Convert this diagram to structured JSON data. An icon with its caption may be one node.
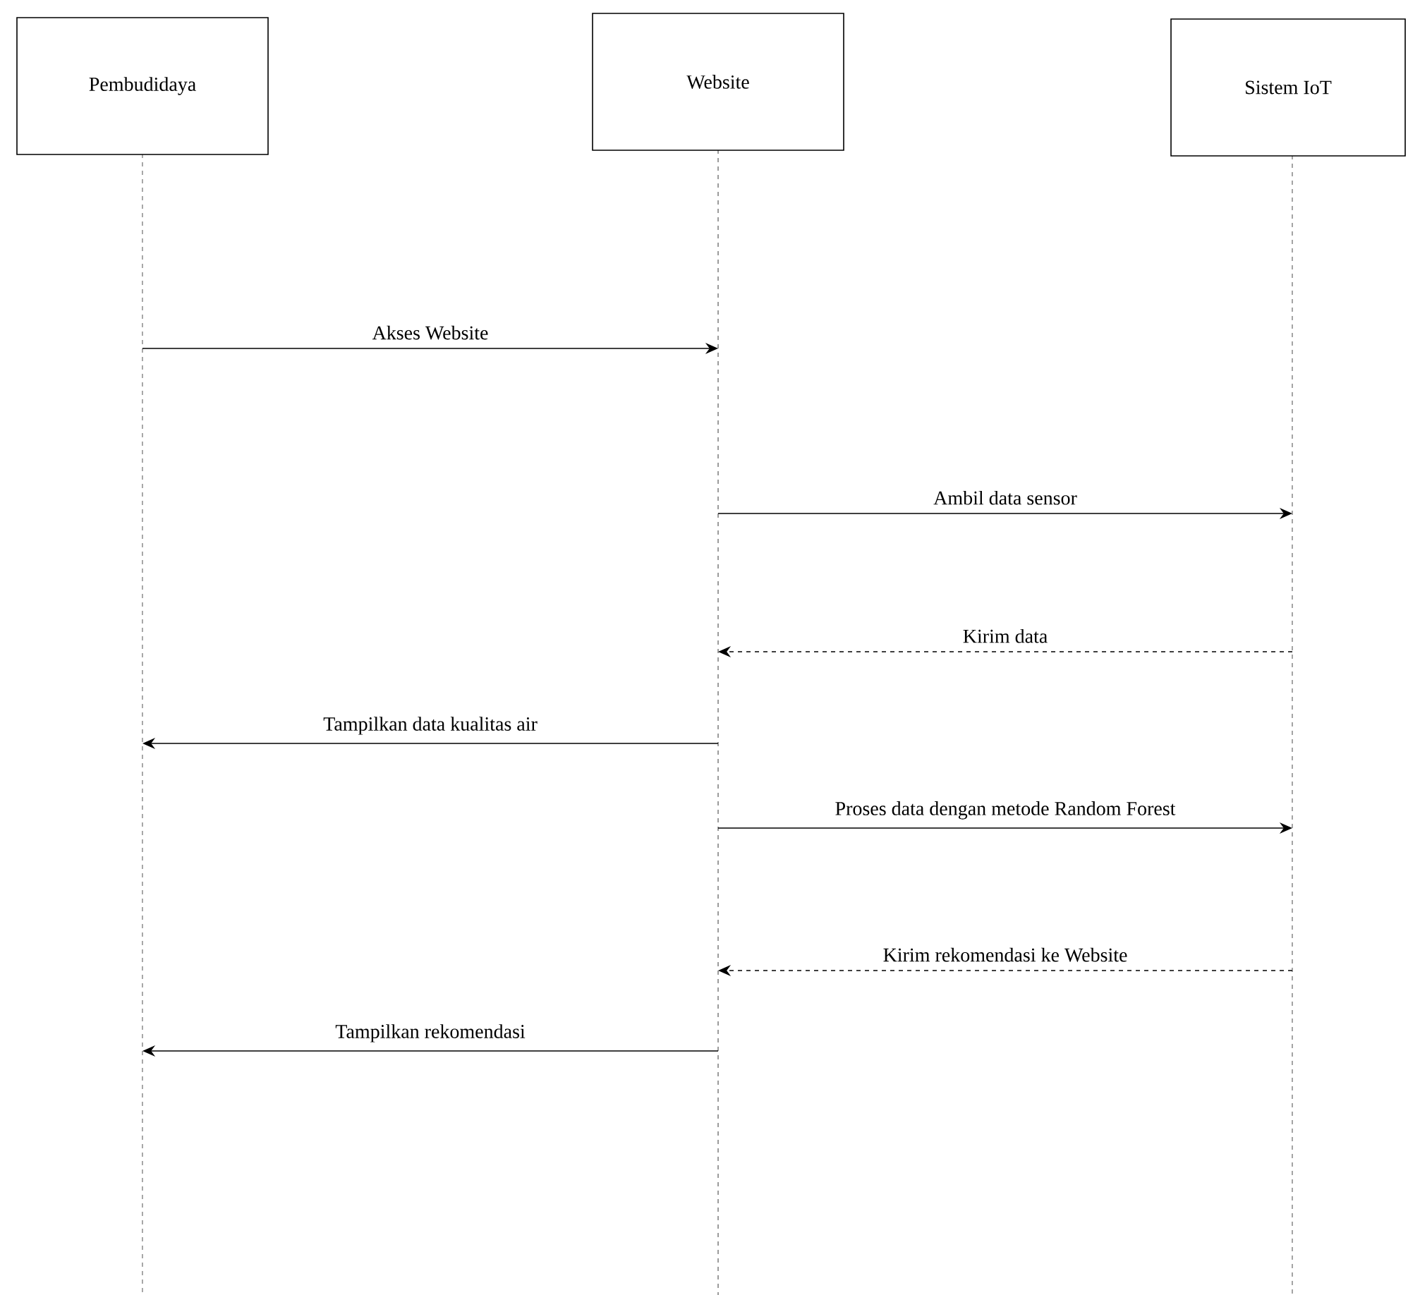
{
  "diagram": {
    "nodes": [
      {
        "text": [
          "Pembudidaya"
        ]
      },
      {
        "text": [
          "Website"
        ]
      },
      {
        "text": [
          "Sistem IoT"
        ]
      }
    ],
    "edges": [
      {
        "from": 0,
        "to": 1,
        "arrow": "to",
        "label": "Akses Website"
      },
      {
        "from": 1,
        "to": 2,
        "arrow": "to",
        "label": "Ambil data sensor"
      },
      {
        "from": 2,
        "to": 1,
        "arrow": "to",
        "label": "Kirim data",
        "style": "dashed"
      },
      {
        "from": 1,
        "to": 0,
        "arrow": "to",
        "label": "Tampilkan data kualitas air"
      },
      {
        "from": 1,
        "to": 2,
        "arrow": "to",
        "label": "Proses data dengan metode Random Forest"
      },
      {
        "from": 2,
        "to": 1,
        "arrow": "to",
        "label": "Kirim rekomendasi ke Website",
        "style": "dashed"
      },
      {
        "from": 1,
        "to": 0,
        "arrow": "to",
        "label": "Tampilkan rekomendasi"
      }
    ]
  }
}
